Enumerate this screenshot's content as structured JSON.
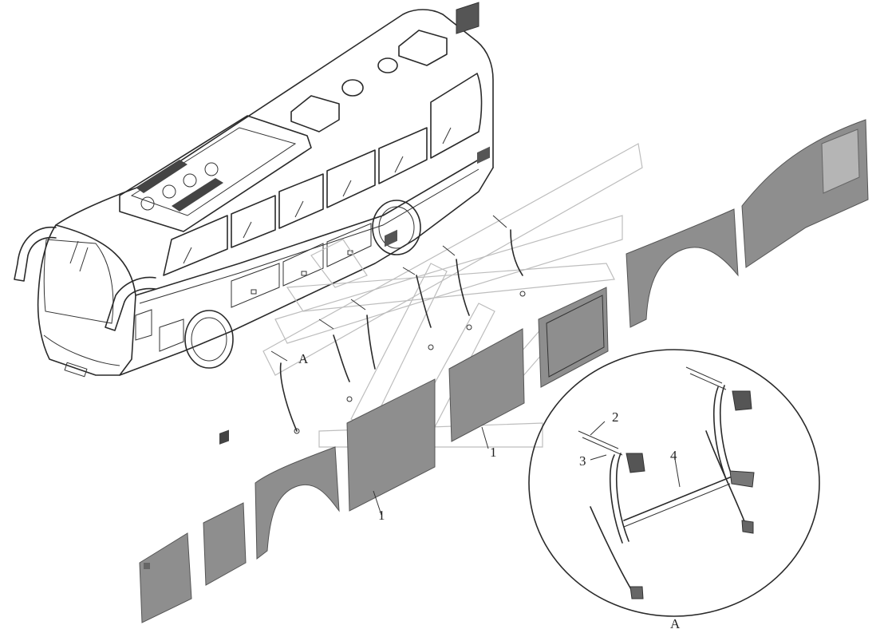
{
  "callouts": {
    "detail_ref": "A",
    "detail_title": "A",
    "part_1_upper": "1",
    "part_1_lower": "1",
    "part_2": "2",
    "part_3": "3",
    "part_4": "4"
  },
  "colors": {
    "line": "#2a2a2a",
    "panel_fill": "#8e8e8e",
    "ghost_line": "#bdbdbd"
  }
}
